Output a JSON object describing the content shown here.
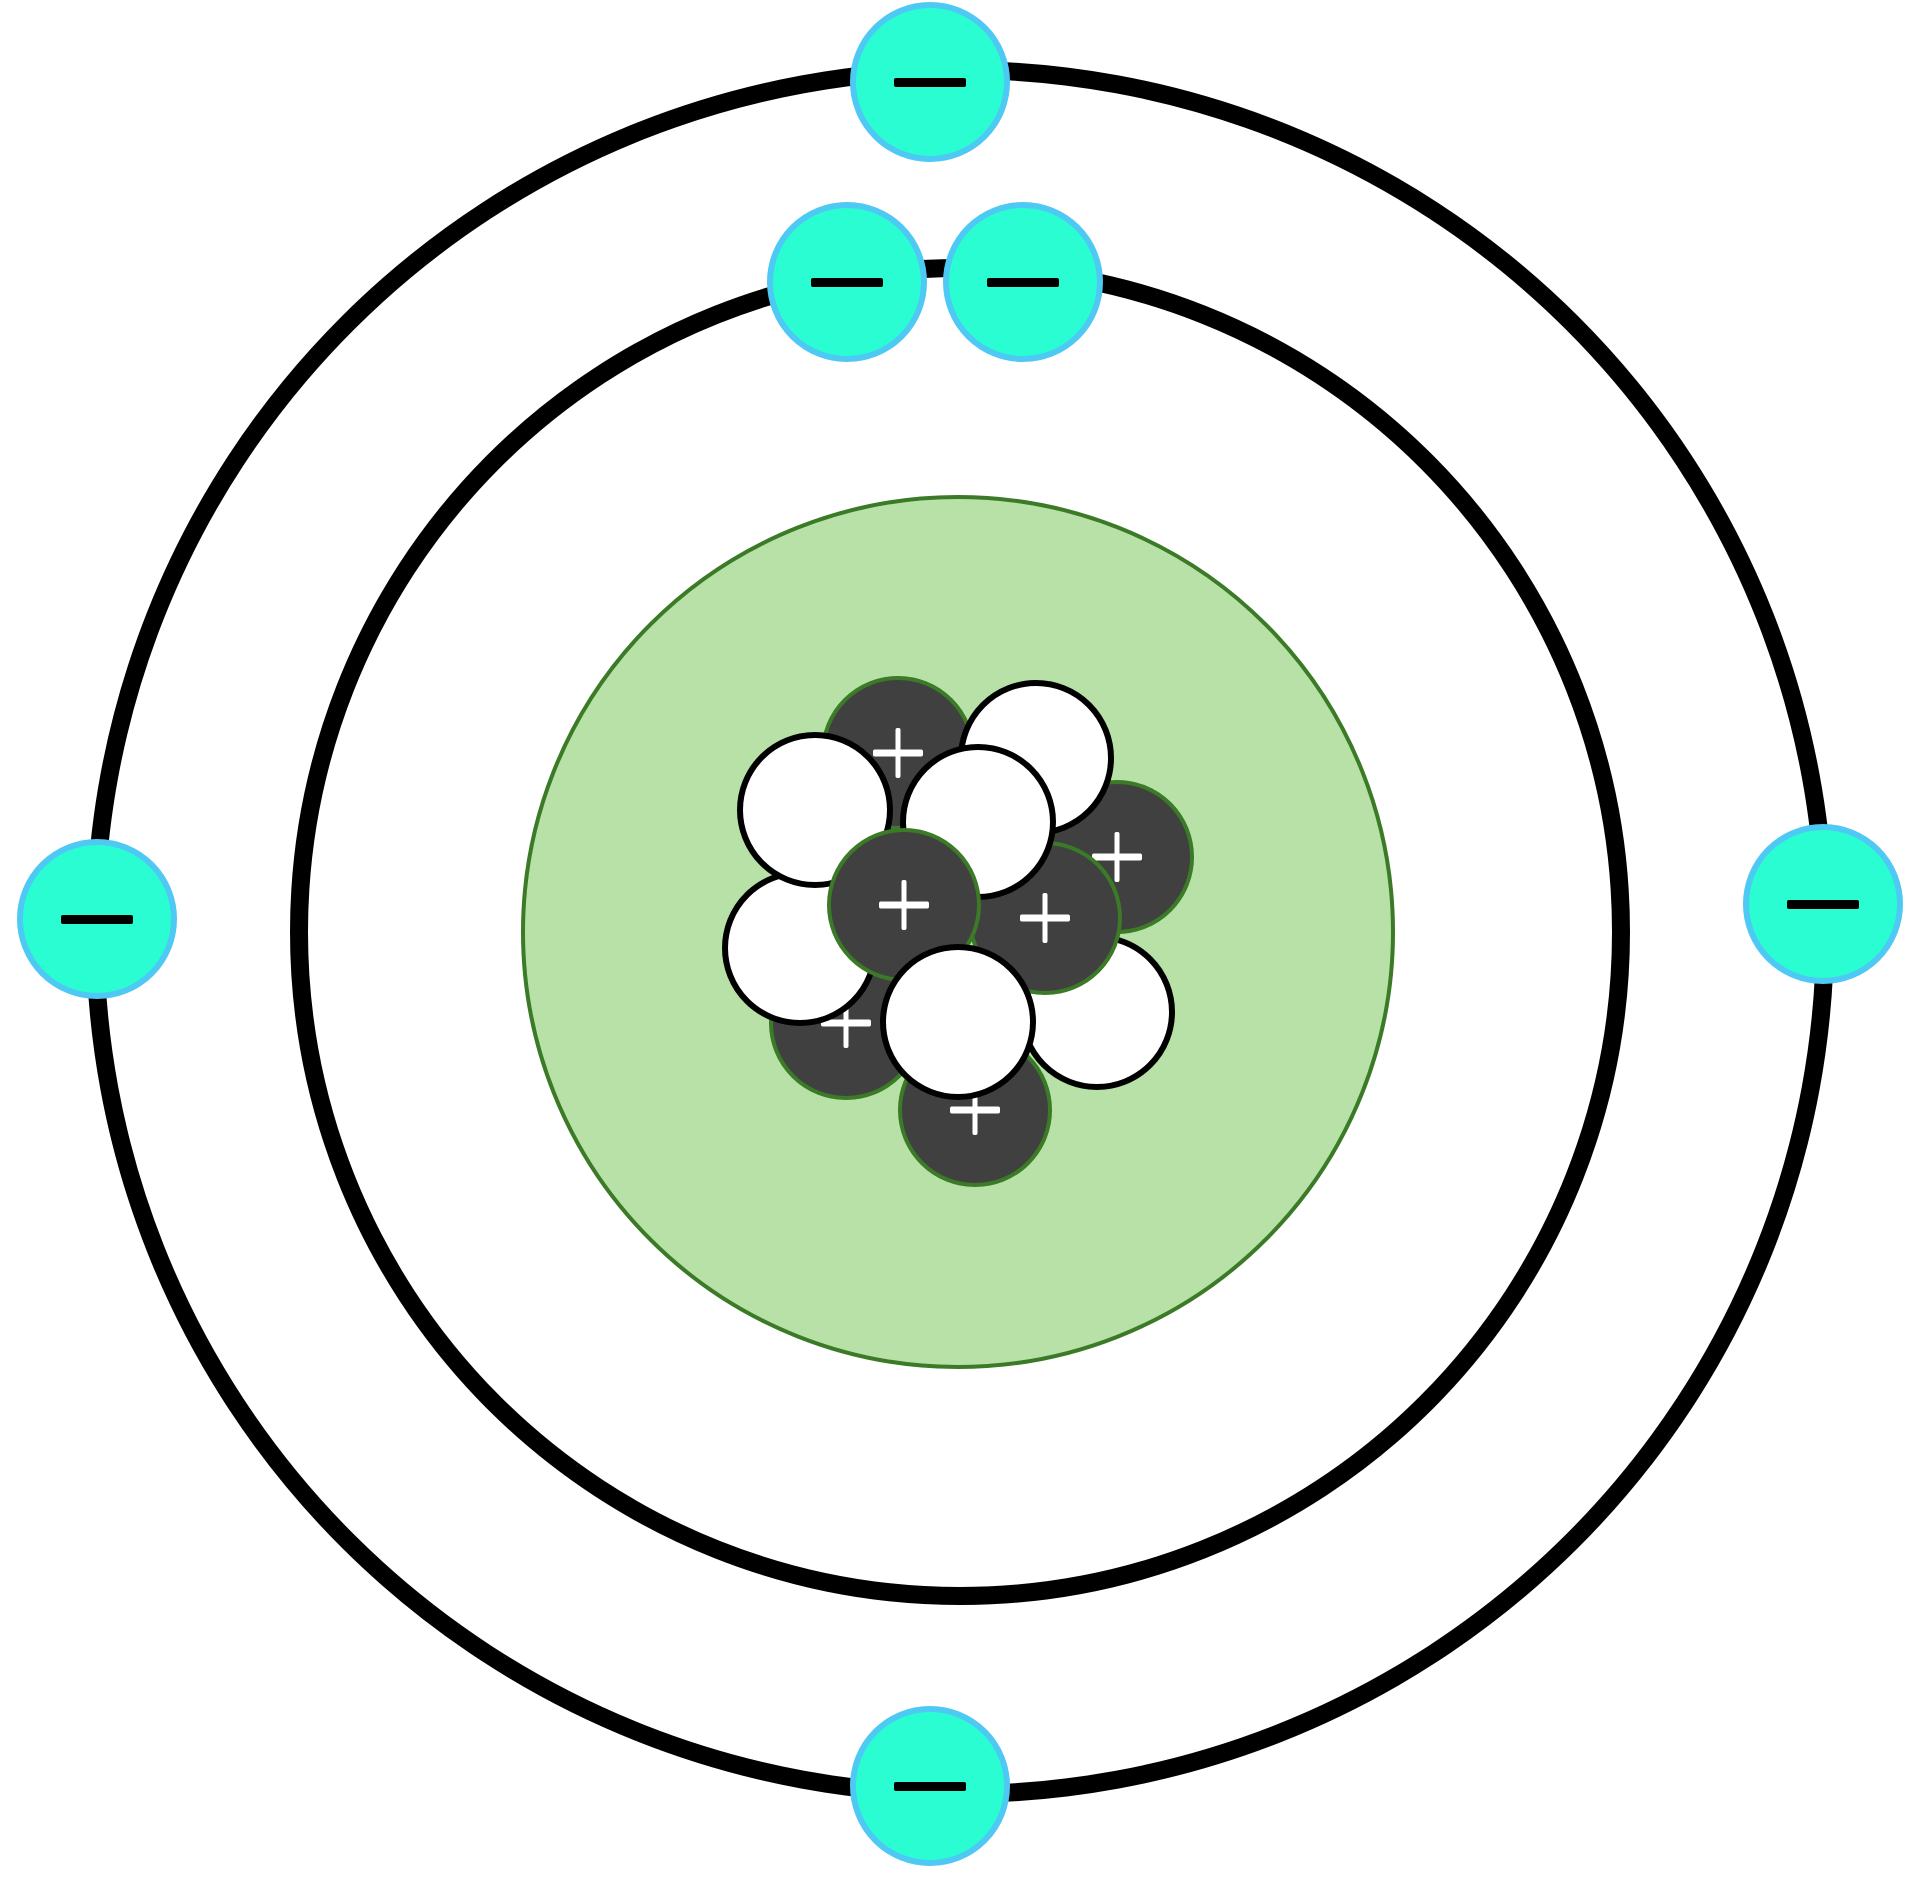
{
  "colors": {
    "background": "#ffffff",
    "orbit": "#000000",
    "nucleus_fill": "#b7e1a7",
    "nucleus_stroke": "#3b7a26",
    "proton_fill": "#404040",
    "proton_stroke": "#3b7a26",
    "neutron_fill": "#ffffff",
    "neutron_stroke": "#000000",
    "electron_fill": "#2bfdd3",
    "electron_stroke": "#4dc9f4",
    "electron_sign": "#000000",
    "proton_sign": "#ffffff"
  },
  "shells": [
    {
      "name": "inner-shell",
      "electron_count": 2
    },
    {
      "name": "outer-shell",
      "electron_count": 4
    }
  ],
  "nucleus": {
    "proton_count": 6,
    "neutron_count": 6
  },
  "icons": {
    "electron": "minus-sign-icon",
    "proton": "plus-sign-icon",
    "neutron": "blank-circle"
  }
}
